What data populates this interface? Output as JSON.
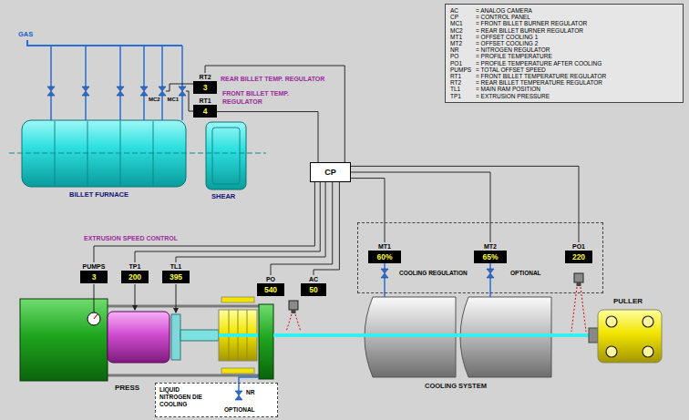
{
  "diagram": {
    "nodes": [
      {
        "text": [
          "AC",
          "= ANALOG CAMERA",
          "CP",
          "= CONTROL PANEL",
          "MC1",
          "= FRONT BILLET BURNER REGULATOR",
          "MC2",
          "= REAR BILLET BURNER REGULATOR",
          "MT1",
          "= OFFSET COOLING 1",
          "MT2",
          "= OFFSET COOLING 2",
          "NR",
          "= NITROGEN REGULATOR",
          "PO",
          "= PROFILE TEMPERATURE",
          "PO1",
          "= PROFILE TEMPERATURE AFTER COOLING",
          "PUMPS",
          "= TOTAL OFFSET SPEED",
          "RT1",
          "= FRONT BILLET TEMPERATURE REGULATOR",
          "RT2",
          "= REAR BILLET TEMPERATURE REGULATOR",
          "TL1",
          "= MAIN RAM POSITION",
          "TP1",
          "= EXTRUSION PRESSURE"
        ]
      },
      {
        "text": [
          "RT2",
          "3"
        ]
      },
      {
        "text": [
          "RT1",
          "4"
        ]
      },
      {
        "text": [
          "CP"
        ]
      },
      {
        "text": [
          "BILLET FURNACE"
        ]
      },
      {
        "text": [
          "SHEAR"
        ]
      },
      {
        "text": [
          "COOLING REGULATION",
          "OPTIONAL"
        ]
      },
      {
        "text": [
          "MT1",
          "60%"
        ],
        "in": 6
      },
      {
        "text": [
          "MT2",
          "65%"
        ],
        "in": 6
      },
      {
        "text": [
          "PO1",
          "220"
        ],
        "in": 6
      },
      {
        "text": [
          "PUMPS",
          "3"
        ]
      },
      {
        "text": [
          "TP1",
          "200"
        ]
      },
      {
        "text": [
          "TL1",
          "395"
        ]
      },
      {
        "text": [
          "PO",
          "540"
        ]
      },
      {
        "text": [
          "AC",
          "50"
        ]
      },
      {
        "text": [
          "PULLER"
        ]
      },
      {
        "text": [
          "PRESS"
        ]
      },
      {
        "text": [
          "COOLING SYSTEM"
        ]
      },
      {
        "text": [
          "LIQUID NITROGEN DIE COOLING",
          "NR",
          "OPTIONAL"
        ]
      }
    ],
    "edges": [
      {
        "from": 1,
        "to": 3,
        "arrow": "none"
      },
      {
        "from": 2,
        "to": 3,
        "arrow": "none"
      },
      {
        "from": 10,
        "to": 3,
        "label": "EXTRUSION SPEED CONTROL",
        "arrow": "none"
      },
      {
        "from": 11,
        "to": 3,
        "arrow": "none"
      },
      {
        "from": 12,
        "to": 3,
        "arrow": "none"
      },
      {
        "from": 13,
        "to": 3,
        "arrow": "none"
      },
      {
        "from": 14,
        "to": 3,
        "arrow": "none"
      },
      {
        "from": 7,
        "to": 3,
        "arrow": "none"
      },
      {
        "from": 8,
        "to": 3,
        "arrow": "none"
      },
      {
        "from": 9,
        "to": 3,
        "arrow": "none"
      }
    ],
    "labels": [
      "GAS",
      "REAR BILLET TEMP. REGULATOR",
      "FRONT BILLET TEMP. REGULATOR",
      "MC2",
      "MC1"
    ]
  }
}
